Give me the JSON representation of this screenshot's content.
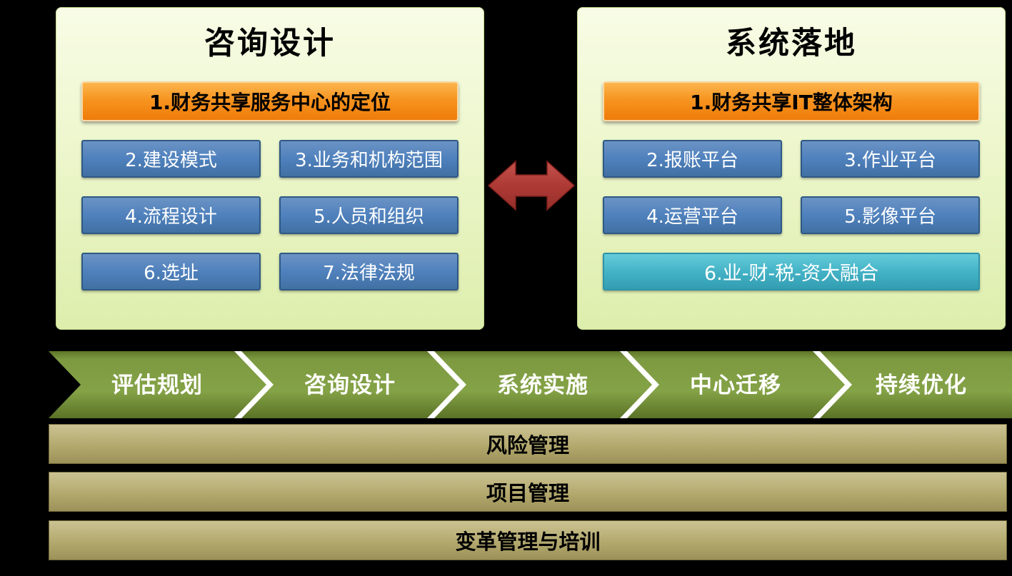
{
  "left_panel": {
    "title": "咨询设计",
    "header": "1.财务共享服务中心的定位",
    "items": [
      "2.建设模式",
      "3.业务和机构范围",
      "4.流程设计",
      "5.人员和组织",
      "6.选址",
      "7.法律法规"
    ]
  },
  "right_panel": {
    "title": "系统落地",
    "header": "1.财务共享IT整体架构",
    "items": [
      "2.报账平台",
      "3.作业平台",
      "4.运营平台",
      "5.影像平台"
    ],
    "wide_item": "6.业-财-税-资大融合"
  },
  "process_phases": [
    "评估规划",
    "咨询设计",
    "系统实施",
    "中心迁移",
    "持续优化"
  ],
  "support_bars": [
    "风险管理",
    "项目管理",
    "变革管理与培训"
  ],
  "colors": {
    "background": "#000000",
    "panel_fill": "#ecf6c9",
    "header_orange": "#f79420",
    "item_blue": "#4f81bd",
    "integration_teal": "#44b3c6",
    "arrow_red": "#b03a36",
    "phase_green": "#7d9a41",
    "support_khaki": "#b3a96e"
  }
}
